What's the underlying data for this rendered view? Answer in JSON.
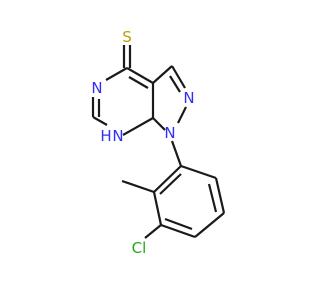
{
  "molecule": {
    "atoms": [
      {
        "id": "s1",
        "label": "S",
        "color": "#b8a300"
      },
      {
        "id": "n5",
        "label": "N",
        "color": "#2f2ff5"
      },
      {
        "id": "n2",
        "label": "N",
        "color": "#2f2ff5"
      },
      {
        "id": "n1",
        "label": "N",
        "color": "#2f2ff5"
      },
      {
        "id": "n7",
        "label": "N",
        "color": "#2f2ff5"
      },
      {
        "id": "h7",
        "label": "H",
        "color": "#2f2ff5"
      },
      {
        "id": "cl1",
        "label": "Cl",
        "color": "#1fa81f"
      }
    ],
    "bond_color": "#1a1a1a"
  }
}
